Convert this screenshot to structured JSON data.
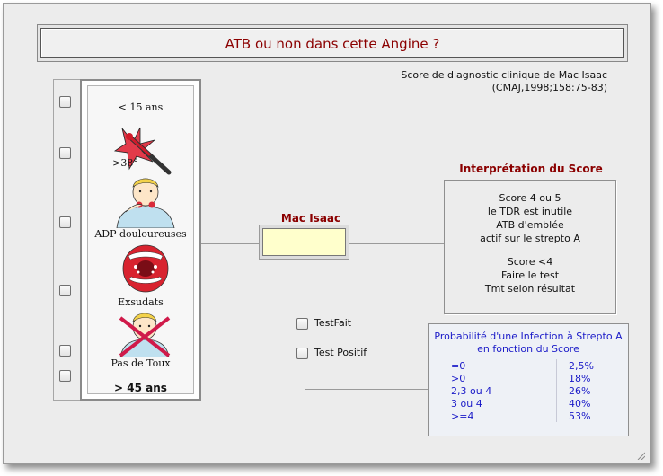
{
  "title": "ATB ou non dans cette Angine ?",
  "reference": {
    "line1": "Score de diagnostic clinique de Mac Isaac",
    "line2": "(CMAJ,1998;158:75-83)"
  },
  "criteria": [
    {
      "label": "< 15 ans",
      "icon": "child-icon"
    },
    {
      "label": ">38°",
      "icon": "thermometer-icon"
    },
    {
      "label": "ADP douloureuses",
      "icon": "sore-neck-icon"
    },
    {
      "label": "Exsudats",
      "icon": "throat-icon"
    },
    {
      "label": "Pas de Toux",
      "icon": "no-cough-icon"
    },
    {
      "label": "> 45 ans",
      "icon": ""
    }
  ],
  "score": {
    "label": "Mac Isaac",
    "value": ""
  },
  "interpretation": {
    "title": "Interprétation du Score",
    "lines": [
      "Score 4 ou 5",
      "le TDR est inutile",
      "ATB d'emblée",
      "actif sur le strepto A",
      "",
      "Score <4",
      "Faire le test",
      "Tmt selon résultat"
    ]
  },
  "tests": {
    "test_fait": "TestFait",
    "test_positif": "Test Positif"
  },
  "probability": {
    "title_line1": "Probabilité d'une Infection à Strepto A",
    "title_line2": "en fonction du Score",
    "rows": [
      {
        "score": "=0",
        "value": "2,5%"
      },
      {
        "score": ">0",
        "value": "18%"
      },
      {
        "score": "2,3 ou 4",
        "value": "26%"
      },
      {
        "score": "3 ou 4",
        "value": "40%"
      },
      {
        "score": ">=4",
        "value": "53%"
      }
    ]
  },
  "colors": {
    "accent": "#8b0000",
    "score_field": "#ffffcc",
    "probability_text": "#1a1ac8"
  }
}
